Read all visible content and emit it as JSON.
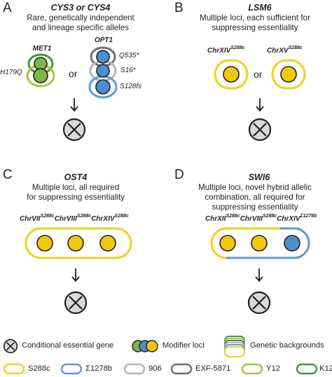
{
  "colors": {
    "S288c": "#f2d11b",
    "Sigma1278b": "#5b9bd5",
    "906": "#b5b5b5",
    "EXF5871": "#6d6e71",
    "Y12": "#a5c63b",
    "K12": "#3d9a3d",
    "yellow_fill": "#f2c80f",
    "blue_fill": "#4b8fd0",
    "green_fill": "#7ab648",
    "cross_fill": "#d9d9d9"
  },
  "panels": {
    "A": {
      "letter": "A",
      "gene": "CYS3 or CYS4",
      "desc1": "Rare, genetically independent",
      "desc2": "and lineage specific alleles",
      "left_gene": "MET1",
      "left_allele": "H179Q",
      "connector": "or",
      "right_gene": "OPT1",
      "right_alleles": [
        "Q535*",
        "S16*",
        "S128fs"
      ]
    },
    "B": {
      "letter": "B",
      "gene": "LSM6",
      "desc1": "Multiple loci, each sufficient for",
      "desc2": "suppressing essentiality",
      "loci": [
        {
          "chr": "ChrXIV",
          "strain": "S288c"
        },
        {
          "chr": "ChrXV",
          "strain": "S288c"
        }
      ],
      "connector": "or"
    },
    "C": {
      "letter": "C",
      "gene": "OST4",
      "desc1": "Multiple loci, all required",
      "desc2": "for suppressing essentiality",
      "loci": [
        {
          "chr": "ChrVII",
          "strain": "S288c"
        },
        {
          "chr": "ChrVIII",
          "strain": "S288c"
        },
        {
          "chr": "ChrXIV",
          "strain": "S288c"
        }
      ]
    },
    "D": {
      "letter": "D",
      "gene": "SWI6",
      "desc1": "Multiple loci, novel hybrid allelic",
      "desc2": "combination, all required for",
      "desc3": "suppressing essentiality",
      "loci": [
        {
          "chr": "ChrXII",
          "strain": "S288c"
        },
        {
          "chr": "ChrVIII",
          "strain": "S288c"
        },
        {
          "chr": "ChrXIV",
          "strain": "Σ1278b"
        }
      ]
    }
  },
  "legend": {
    "conditional": "Conditional essential gene",
    "modifier": "Modifier loci",
    "backgrounds": "Genetic backgrounds",
    "strains": [
      "S288c",
      "Σ1278b",
      "906",
      "EXF-5871",
      "Y12",
      "K12"
    ]
  }
}
